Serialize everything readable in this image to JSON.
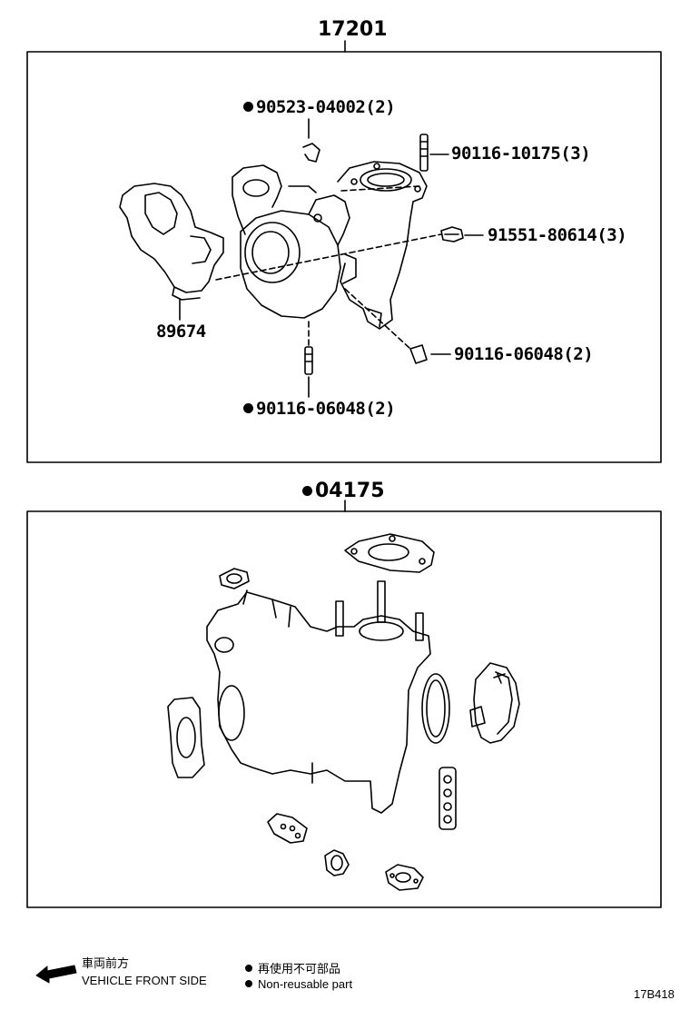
{
  "groups": {
    "top_title": "17201",
    "bottom_title": "04175",
    "bottom_nonreusable": true
  },
  "parts": [
    {
      "label": "90523-04002(2)",
      "nonreusable": true
    },
    {
      "label": "90116-10175(3)",
      "nonreusable": false
    },
    {
      "label": "91551-80614(3)",
      "nonreusable": false
    },
    {
      "label": "90116-06048(2)",
      "nonreusable": false
    },
    {
      "label": "90116-06048(2)",
      "nonreusable": true
    },
    {
      "label": "89674",
      "nonreusable": false
    }
  ],
  "legend": {
    "front_jp": "車両前方",
    "front_en": "VEHICLE FRONT SIDE",
    "nonreusable_jp": "再使用不可部品",
    "nonreusable_en": "Non-reusable part"
  },
  "diagram_code": "17B418"
}
